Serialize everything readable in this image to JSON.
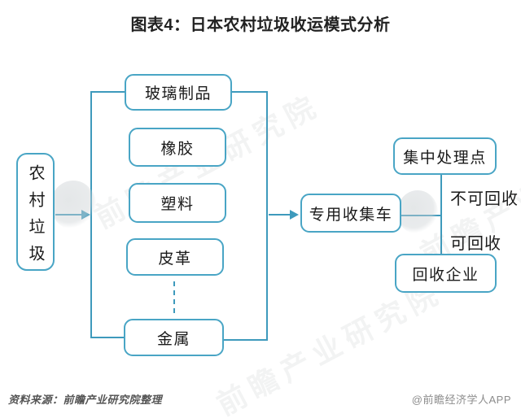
{
  "title": "图表4：日本农村垃圾收运模式分析",
  "colors": {
    "box_border": "#49A5C5",
    "connector_line": "#3E9ABC",
    "text": "#1A1A1A",
    "source_text": "#555555",
    "brand_text": "#8C8C8C"
  },
  "diagram": {
    "source": {
      "label": "农村垃圾"
    },
    "categories": [
      {
        "label": "玻璃制品"
      },
      {
        "label": "橡胶"
      },
      {
        "label": "塑料"
      },
      {
        "label": "皮革"
      },
      {
        "label": "金属"
      }
    ],
    "collector": {
      "label": "专用收集车"
    },
    "central_point": {
      "label": "集中处理点"
    },
    "recycler": {
      "label": "回收企业"
    },
    "edge_labels": {
      "non_recyclable": "不可回收",
      "recyclable": "可回收"
    }
  },
  "footer": {
    "source": "资料来源：前瞻产业研究院整理",
    "brand": "@前瞻经济学人APP"
  },
  "watermark": {
    "text": "前瞻产业研究院"
  }
}
